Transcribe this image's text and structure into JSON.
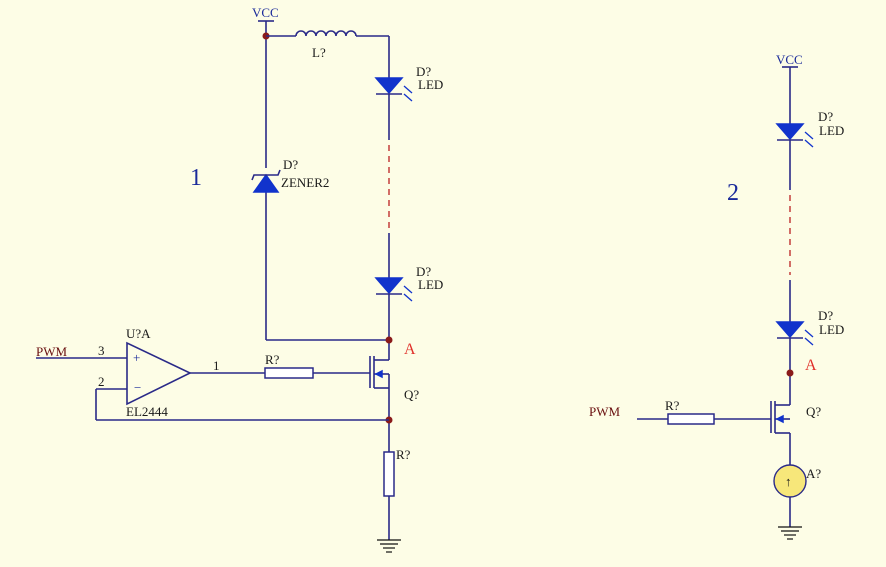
{
  "circuit1": {
    "number": "1",
    "vcc": "VCC",
    "inductor": "L?",
    "led_top": {
      "ref": "D?",
      "type": "LED"
    },
    "led_bottom": {
      "ref": "D?",
      "type": "LED"
    },
    "zener": {
      "ref": "D?",
      "type": "ZENER2"
    },
    "opamp": {
      "ref": "U?A",
      "part": "EL2444",
      "pin_plus": "3",
      "pin_minus": "2",
      "pin_out": "1",
      "plus_sign": "+",
      "minus_sign": "−"
    },
    "pwm": "PWM",
    "gate_resistor": "R?",
    "mosfet": "Q?",
    "sense_resistor": "R?",
    "node_label": "A"
  },
  "circuit2": {
    "number": "2",
    "vcc": "VCC",
    "led_top": {
      "ref": "D?",
      "type": "LED"
    },
    "led_bottom": {
      "ref": "D?",
      "type": "LED"
    },
    "node_label": "A",
    "pwm": "PWM",
    "gate_resistor": "R?",
    "mosfet": "Q?",
    "ammeter": "A?",
    "ammeter_symbol": "↑"
  },
  "colors": {
    "background": "#fdfde6",
    "wire": "#2a2a88",
    "component": "#1133cc",
    "node_label": "#e0302a",
    "meter": "#f7e77a"
  }
}
